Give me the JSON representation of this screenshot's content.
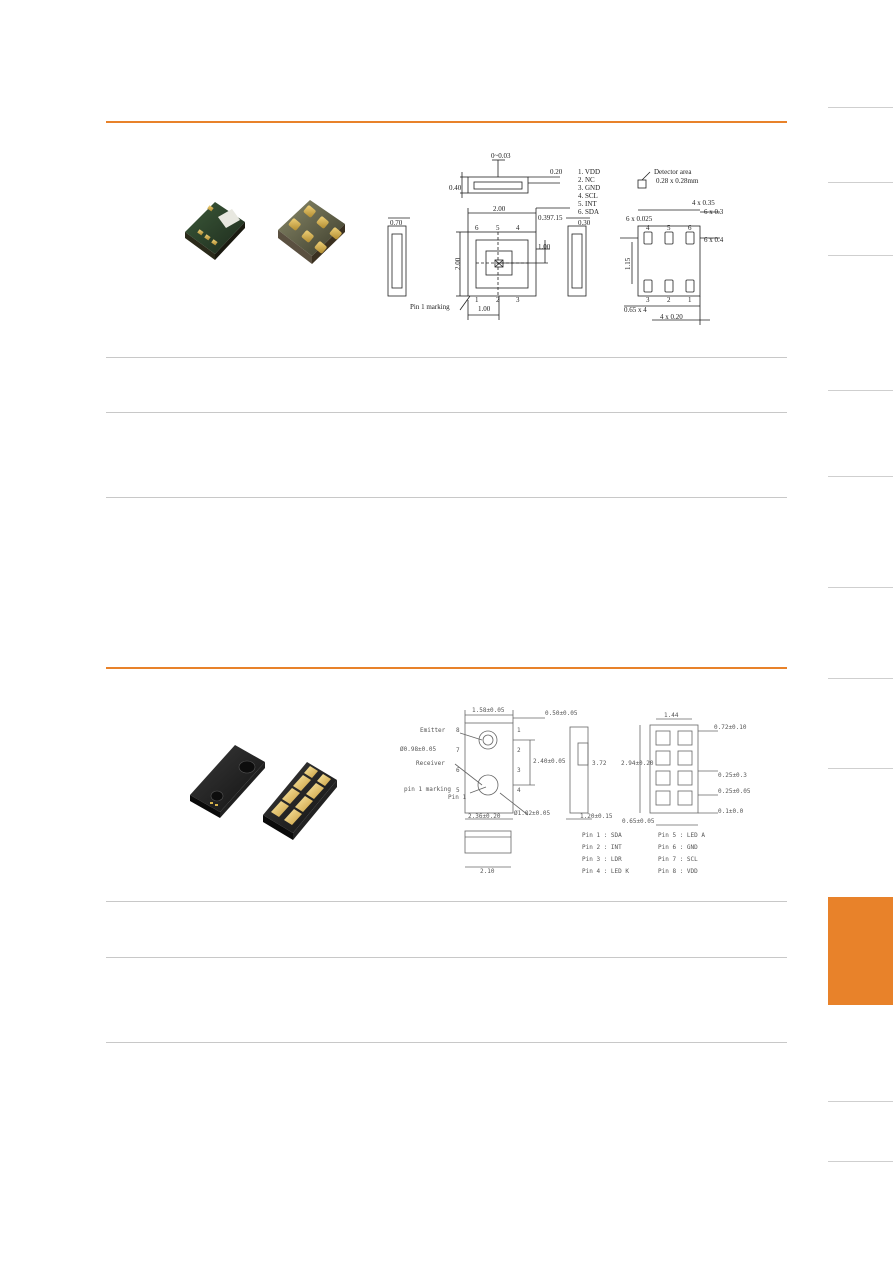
{
  "section1": {
    "pin_list": [
      "1. VDD",
      "2. NC",
      "3. GND",
      "4. SCL",
      "5. INT",
      "6. SDA"
    ],
    "detector_label": "Detector area",
    "detector_size": "0.28 x 0.28mm",
    "dims": {
      "d_0_0_03": "0~0.03",
      "d_0_20": "0.20",
      "d_0_40": "0.40",
      "d_2_00_top": "2.00",
      "d_0_397": "0.397.15",
      "d_0_30": "0.30",
      "d_0_70": "0.70",
      "d_1_00_right": "1.00",
      "d_2_00_left": "2.00",
      "d_1_00_bottom": "1.00",
      "d_4x035": "4 x 0.35",
      "d_6x0025": "6 x 0.025",
      "d_6x03": "6 x 0.3",
      "d_6x04": "6 x 0.4",
      "d_1_15": "1.15",
      "d_065x4": "0.65 x 4",
      "d_4x020": "4 x 0.20"
    },
    "pin_marking": "Pin 1 marking",
    "top_pins": [
      "6",
      "5",
      "4"
    ],
    "bottom_pins": [
      "1",
      "2",
      "3"
    ],
    "fp_top_pins": [
      "4",
      "5",
      "6"
    ],
    "fp_bottom_pins": [
      "3",
      "2",
      "1"
    ]
  },
  "section2": {
    "labels": {
      "emitter": "Emitter",
      "receiver": "Receiver",
      "pin1": "pin 1 marking",
      "pin1b": "Pin 1"
    },
    "dims": {
      "d_top_w": "1.58±0.05",
      "d_top_r": "0.50±0.05",
      "d_hole": "Ø0.98±0.05",
      "d_2_40": "2.40±0.05",
      "d_2_36": "2.36±0.20",
      "d_phi": "Ø1.02±0.05",
      "d_side_h": "3.72",
      "d_side_b": "1.20±0.15",
      "d_fp_w": "1.44",
      "d_fp_h": "2.94±0.20",
      "d_fp_tr": "0.72±0.10",
      "d_fp_r": "0.25±0.3",
      "d_fp_r2": "0.25±0.05",
      "d_fp_br": "0.1±0.0",
      "d_fp_bl": "0.65±0.05",
      "d_bottom": "2.10"
    },
    "pins_left": [
      "Pin 1 : SDA",
      "Pin 2 : INT",
      "Pin 3 : LDR",
      "Pin 4 : LED K"
    ],
    "pins_right": [
      "Pin 5 : LED A",
      "Pin 6 : GND",
      "Pin 7 : SCL",
      "Pin 8 : VDD"
    ],
    "row_numbers": [
      "8",
      "7",
      "6",
      "5",
      "1",
      "2",
      "3",
      "4"
    ]
  },
  "colors": {
    "accent": "#e8822a",
    "rule": "#c8c8c8"
  }
}
